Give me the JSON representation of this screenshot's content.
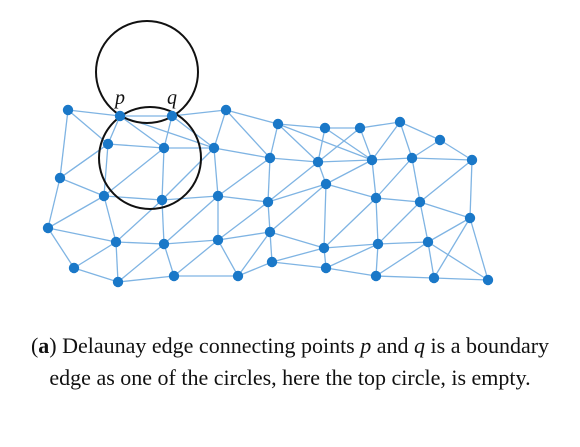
{
  "diagram": {
    "labels": {
      "p": "p",
      "q": "q"
    },
    "colors": {
      "node": "#1a78c8",
      "edge": "#7fb4e3",
      "circle": "#111111"
    }
  },
  "caption": {
    "panel": "a",
    "text1": " Delaunay edge connecting points ",
    "p": "p",
    "text2": " and ",
    "q": "q",
    "text3": " is a boundary edge as one of the circles, here the top circle, is empty."
  }
}
